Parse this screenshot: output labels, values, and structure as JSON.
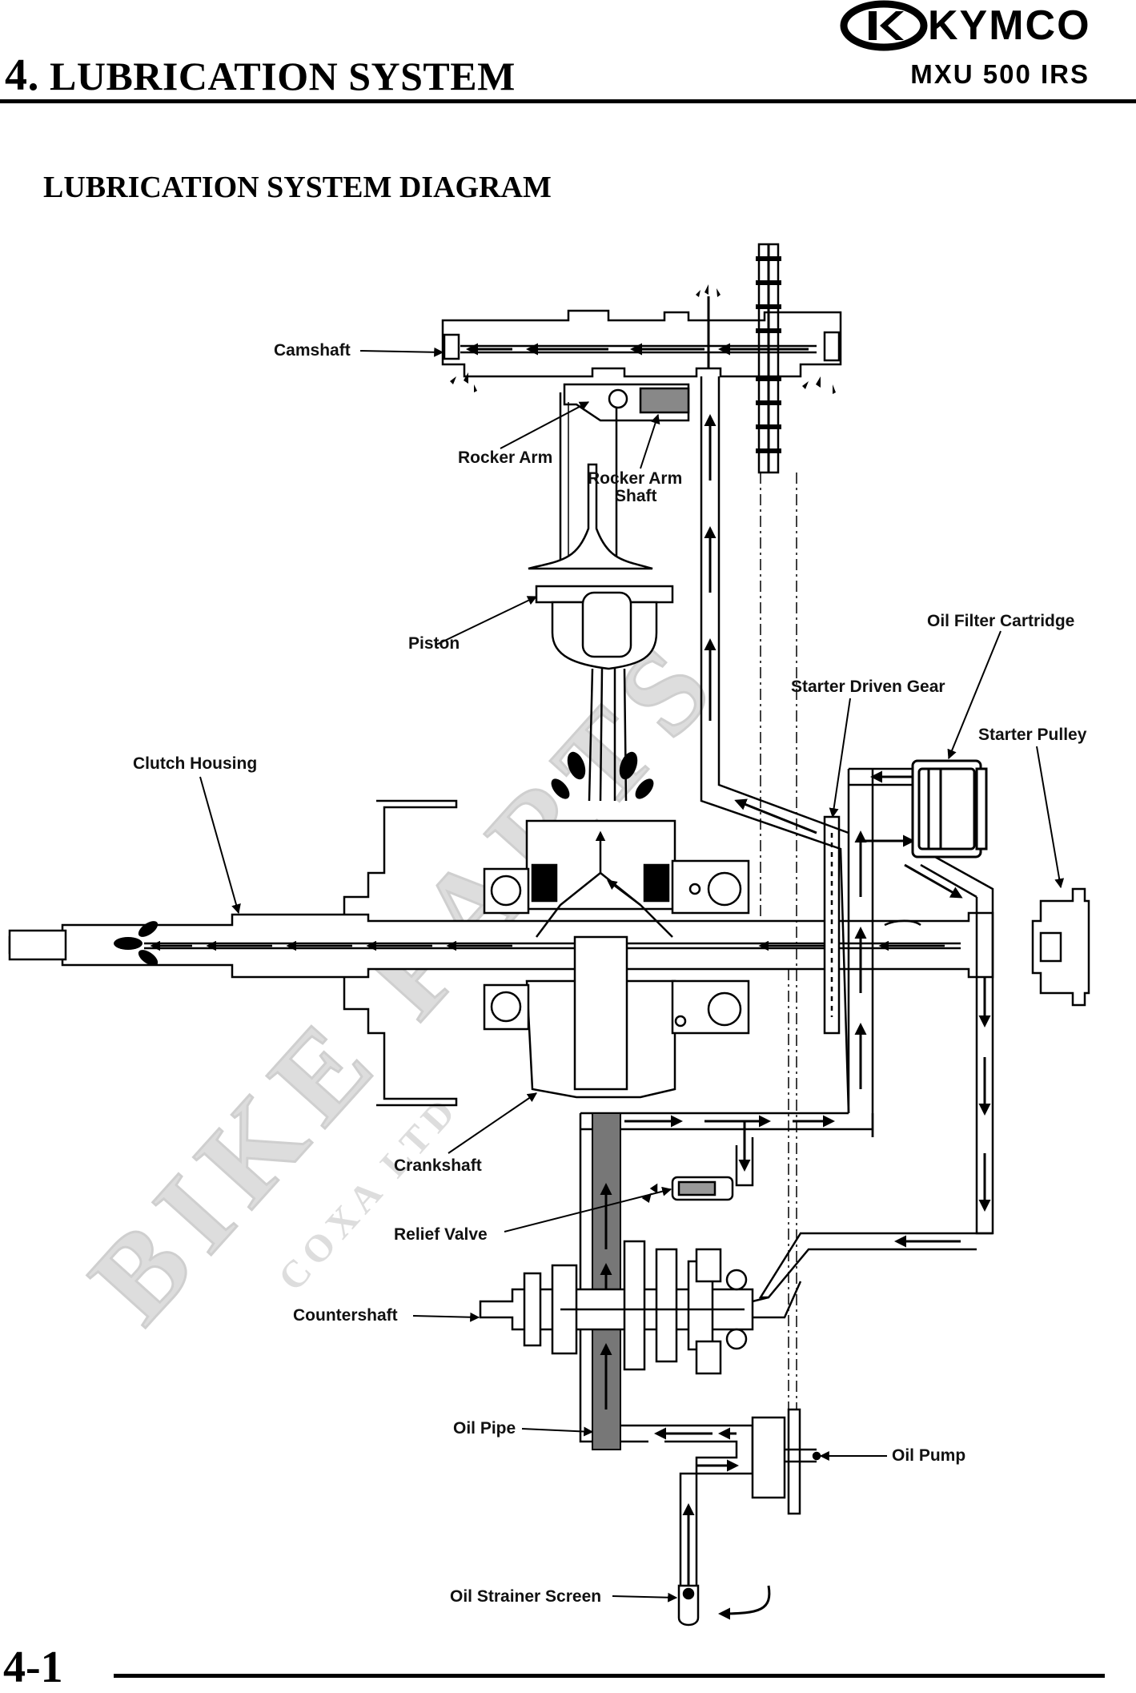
{
  "header": {
    "section_number": "4.",
    "section_title": "LUBRICATION SYSTEM",
    "brand": "KYMCO",
    "model": "MXU 500 IRS"
  },
  "section": {
    "title": "LUBRICATION SYSTEM DIAGRAM"
  },
  "diagram": {
    "labels": {
      "camshaft": "Camshaft",
      "rocker_arm": "Rocker Arm",
      "rocker_arm_shaft_line1": "Rocker Arm",
      "rocker_arm_shaft_line2": "Shaft",
      "piston": "Piston",
      "oil_filter_cartridge": "Oil Filter Cartridge",
      "starter_driven_gear": "Starter Driven Gear",
      "starter_pulley": "Starter Pulley",
      "clutch_housing": "Clutch Housing",
      "crankshaft": "Crankshaft",
      "relief_valve": "Relief Valve",
      "countershaft": "Countershaft",
      "oil_pipe": "Oil Pipe",
      "oil_pump": "Oil Pump",
      "oil_strainer_screen": "Oil Strainer Screen"
    },
    "watermark_line1": "BIKE PARTS",
    "watermark_line2": "COXA LTD"
  },
  "footer": {
    "page_number": "4-1"
  }
}
